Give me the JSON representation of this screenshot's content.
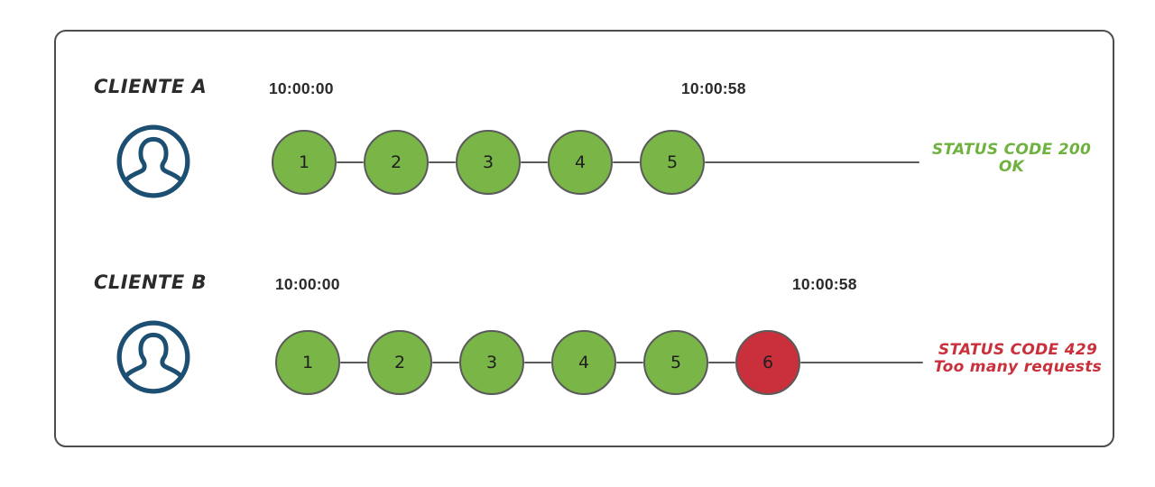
{
  "diagram": {
    "title_present": false,
    "colors": {
      "node_green": "#7AB547",
      "node_red": "#C9303C",
      "node_border": "#5a5a5a",
      "frame_border": "#4d4d4d",
      "avatar_navy": "#1D4F73",
      "status_ok": "#6FB23F",
      "status_error": "#C9303C",
      "text": "#2b2b2b"
    },
    "rows": [
      {
        "id": "cliente-a",
        "label": "CLIENTE A",
        "avatar_icon": "user-avatar-icon",
        "start_time": "10:00:00",
        "end_time": "10:00:58",
        "nodes": [
          {
            "num": "1",
            "state": "green"
          },
          {
            "num": "2",
            "state": "green"
          },
          {
            "num": "3",
            "state": "green"
          },
          {
            "num": "4",
            "state": "green"
          },
          {
            "num": "5",
            "state": "green"
          }
        ],
        "status": {
          "kind": "ok",
          "line1": "STATUS CODE 200",
          "line2": "OK"
        }
      },
      {
        "id": "cliente-b",
        "label": "CLIENTE B",
        "avatar_icon": "user-avatar-icon",
        "start_time": "10:00:00",
        "end_time": "10:00:58",
        "nodes": [
          {
            "num": "1",
            "state": "green"
          },
          {
            "num": "2",
            "state": "green"
          },
          {
            "num": "3",
            "state": "green"
          },
          {
            "num": "4",
            "state": "green"
          },
          {
            "num": "5",
            "state": "green"
          },
          {
            "num": "6",
            "state": "red"
          }
        ],
        "status": {
          "kind": "error",
          "line1": "STATUS CODE 429",
          "line2": "Too many requests"
        }
      }
    ]
  }
}
